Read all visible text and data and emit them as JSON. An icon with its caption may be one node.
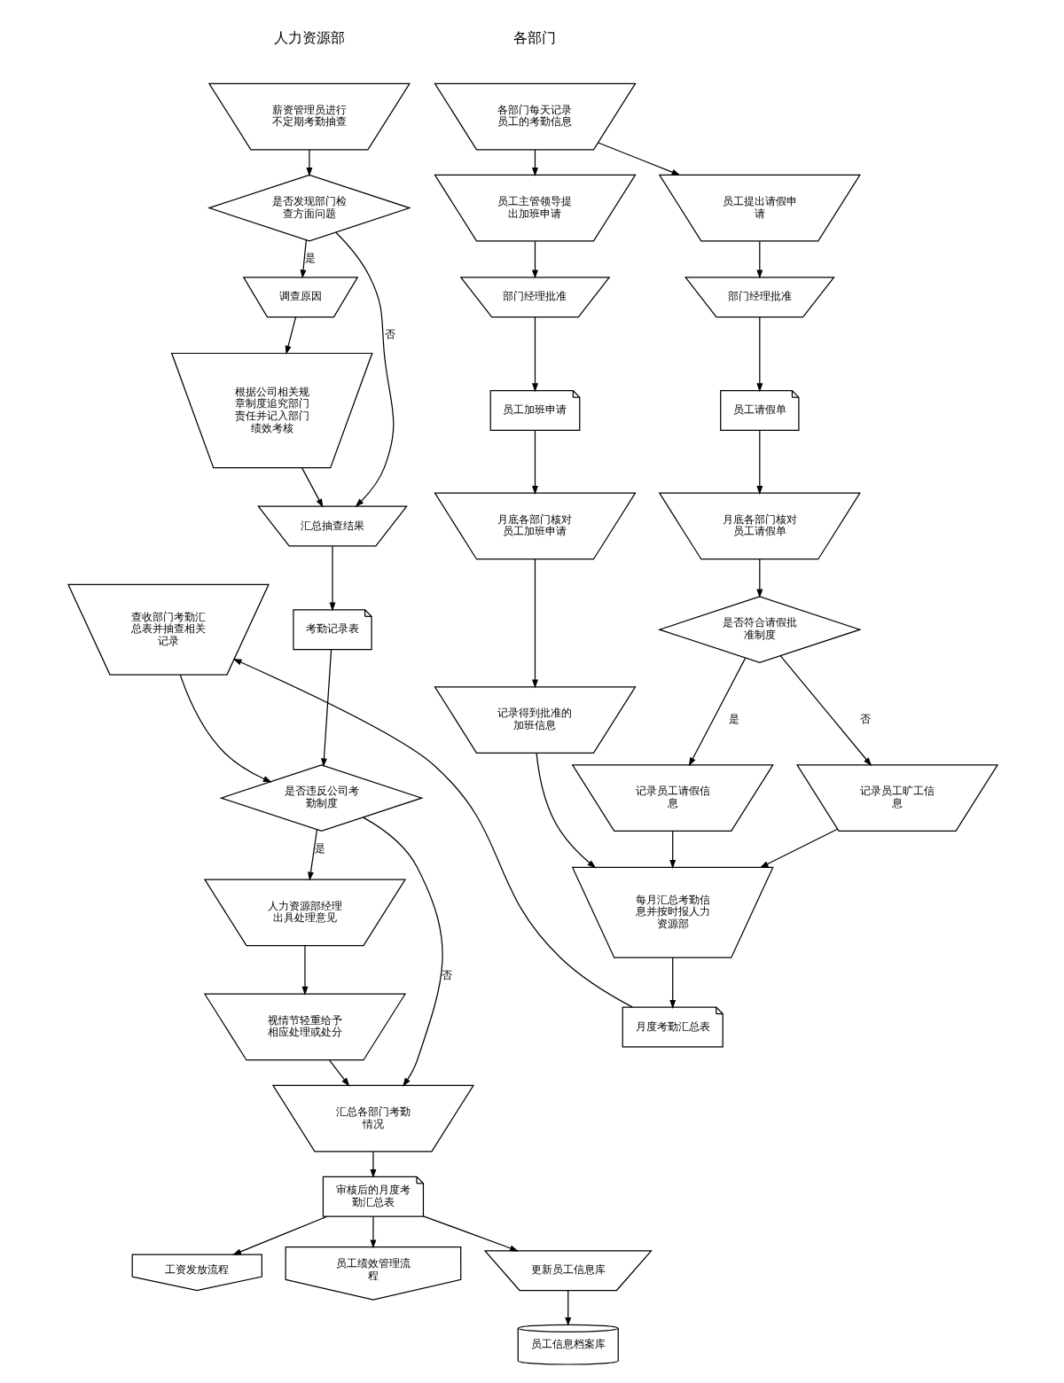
{
  "diagram": {
    "nodes": [
      {
        "text": [
          "薪资管理员进行不定期考勤抽查"
        ]
      },
      {
        "text": [
          "是否发现部门检查方面问题"
        ]
      },
      {
        "text": [
          "调查原因"
        ]
      },
      {
        "text": [
          "根据公司相关规章制度追究部门责任并记入部门绩效考核"
        ]
      },
      {
        "text": [
          "汇总抽查结果"
        ]
      },
      {
        "text": [
          "考勤记录表"
        ]
      },
      {
        "text": [
          "查收部门考勤汇总表并抽查相关记录"
        ]
      },
      {
        "text": [
          "是否违反公司考勤制度"
        ]
      },
      {
        "text": [
          "人力资源部经理出具处理意见"
        ]
      },
      {
        "text": [
          "视情节轻重给予相应处理或处分"
        ]
      },
      {
        "text": [
          "汇总各部门考勤情况"
        ]
      },
      {
        "text": [
          "审核后的月度考勤汇总表"
        ]
      },
      {
        "text": [
          "工资发放流程"
        ]
      },
      {
        "text": [
          "员工绩效管理流程"
        ]
      },
      {
        "text": [
          "更新员工信息库"
        ]
      },
      {
        "text": [
          "员工信息档案库"
        ]
      },
      {
        "text": [
          "各部门每天记录员工的考勤信息"
        ]
      },
      {
        "text": [
          "员工提出请假申请"
        ]
      },
      {
        "text": [
          "员工主管领导提出加班申请"
        ]
      },
      {
        "text": [
          "部门经理批准"
        ]
      },
      {
        "text": [
          "部门经理批准"
        ]
      },
      {
        "text": [
          "员工请假单"
        ]
      },
      {
        "text": [
          "员工加班申请"
        ]
      },
      {
        "text": [
          "月底各部门核对员工请假单"
        ]
      },
      {
        "text": [
          "月底各部门核对员工加班申请"
        ]
      },
      {
        "text": [
          "是否符合请假批准制度"
        ]
      },
      {
        "text": [
          "记录员工请假信息"
        ]
      },
      {
        "text": [
          "记录员工旷工信息"
        ]
      },
      {
        "text": [
          "记录得到批准的加班信息"
        ]
      },
      {
        "text": [
          "每月汇总考勤信息并按时报人力资源部"
        ]
      },
      {
        "text": [
          "月度考勤汇总表"
        ]
      }
    ],
    "edges": [
      {
        "from": 0,
        "to": 1,
        "arrow": "to"
      },
      {
        "from": 1,
        "to": 2,
        "arrow": "to",
        "label": "是"
      },
      {
        "from": 1,
        "to": 4,
        "arrow": "to",
        "label": "否"
      },
      {
        "from": 2,
        "to": 3,
        "arrow": "to"
      },
      {
        "from": 3,
        "to": 4,
        "arrow": "to"
      },
      {
        "from": 4,
        "to": 5,
        "arrow": "to"
      },
      {
        "from": 5,
        "to": 7,
        "arrow": "to"
      },
      {
        "from": 6,
        "to": 7,
        "arrow": "to"
      },
      {
        "from": 7,
        "to": 8,
        "arrow": "to",
        "label": "是"
      },
      {
        "from": 7,
        "to": 10,
        "arrow": "to",
        "label": "否"
      },
      {
        "from": 8,
        "to": 9,
        "arrow": "to"
      },
      {
        "from": 9,
        "to": 10,
        "arrow": "to"
      },
      {
        "from": 10,
        "to": 11,
        "arrow": "to"
      },
      {
        "from": 11,
        "to": 12,
        "arrow": "to"
      },
      {
        "from": 11,
        "to": 13,
        "arrow": "to"
      },
      {
        "from": 11,
        "to": 14,
        "arrow": "to"
      },
      {
        "from": 14,
        "to": 15,
        "arrow": "to"
      },
      {
        "from": 16,
        "to": 17,
        "arrow": "to"
      },
      {
        "from": 16,
        "to": 18,
        "arrow": "to"
      },
      {
        "from": 17,
        "to": 19,
        "arrow": "to"
      },
      {
        "from": 18,
        "to": 20,
        "arrow": "to"
      },
      {
        "from": 19,
        "to": 21,
        "arrow": "to"
      },
      {
        "from": 20,
        "to": 22,
        "arrow": "to"
      },
      {
        "from": 21,
        "to": 23,
        "arrow": "to"
      },
      {
        "from": 22,
        "to": 24,
        "arrow": "to"
      },
      {
        "from": 23,
        "to": 25,
        "arrow": "to"
      },
      {
        "from": 25,
        "to": 26,
        "arrow": "to",
        "label": "是"
      },
      {
        "from": 25,
        "to": 27,
        "arrow": "to",
        "label": "否"
      },
      {
        "from": 24,
        "to": 28,
        "arrow": "to"
      },
      {
        "from": 26,
        "to": 29,
        "arrow": "to"
      },
      {
        "from": 27,
        "to": 29,
        "arrow": "to"
      },
      {
        "from": 28,
        "to": 29,
        "arrow": "to"
      },
      {
        "from": 29,
        "to": 30,
        "arrow": "to"
      },
      {
        "from": 30,
        "to": 6,
        "arrow": "to"
      }
    ],
    "labels": [
      "人力资源部",
      "各部门"
    ]
  }
}
